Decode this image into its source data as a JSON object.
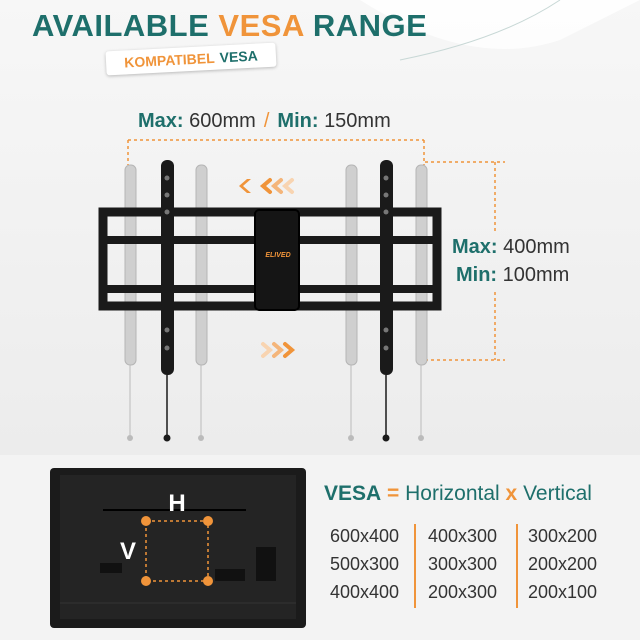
{
  "header": {
    "title_part1": "AVAILABLE",
    "title_part2": "VESA",
    "title_part3": "RANGE",
    "badge_part1": "KOMPATIBEL",
    "badge_part2": "VESA"
  },
  "horizontal_dimension": {
    "max_label": "Max:",
    "max_value": "600mm",
    "separator": "/",
    "min_label": "Min:",
    "min_value": "150mm"
  },
  "vertical_dimension": {
    "max_label": "Max:",
    "max_value": "400mm",
    "min_label": "Min:",
    "min_value": "100mm"
  },
  "product": {
    "brand_logo": "ELIVED"
  },
  "tv_diagram": {
    "h_label": "H",
    "v_label": "V"
  },
  "vesa_table": {
    "title_vesa": "VESA",
    "title_eq": "=",
    "title_horizontal": "Horizontal",
    "title_x": "x",
    "title_vertical": "Vertical",
    "rows": [
      [
        "600x400",
        "400x300",
        "300x200"
      ],
      [
        "500x300",
        "300x300",
        "200x200"
      ],
      [
        "400x400",
        "200x300",
        "200x100"
      ]
    ]
  },
  "colors": {
    "teal": "#1e6f6b",
    "orange": "#f0943a"
  }
}
